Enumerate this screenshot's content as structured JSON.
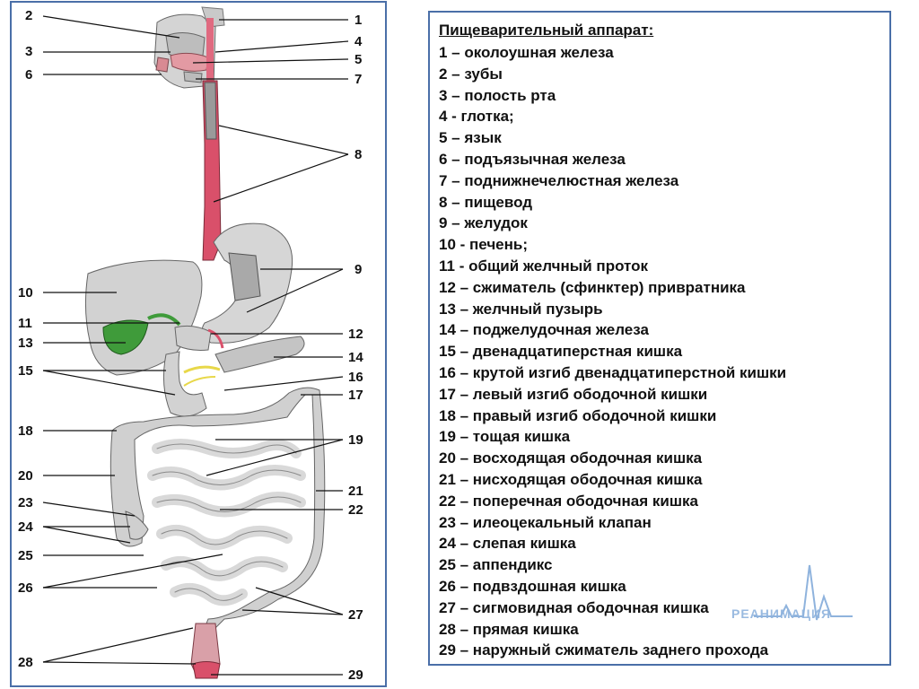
{
  "legend": {
    "title": "Пищеварительный аппарат:",
    "items": [
      "1 – околоушная железа",
      "2 – зубы",
      "3 – полость рта",
      "4 - глотка;",
      "5 – язык",
      "6 – подъязычная железа",
      "7 – поднижнечелюстная железа",
      "8 – пищевод",
      "9 – желудок",
      "10 - печень;",
      "11 - общий желчный проток",
      "12 – сжиматель (сфинктер) привратника",
      "13 – желчный пузырь",
      "14 – поджелудочная железа",
      "15 – двенадцатиперстная кишка",
      "16 – крутой изгиб двенадцатиперстной кишки",
      "17 – левый изгиб ободочной кишки",
      "18 – правый изгиб ободочной кишки",
      "19 – тощая кишка",
      "20 – восходящая ободочная кишка",
      "21 – нисходящая ободочная кишка",
      "22 – поперечная ободочная кишка",
      "23 – илеоцекальный клапан",
      "24 – слепая кишка",
      "25 – аппендикс",
      "26 – подвздошная кишка",
      "27 – сигмовидная ободочная кишка",
      "28 – прямая кишка",
      "29 – наружный сжиматель заднего прохода"
    ]
  },
  "labels": {
    "l1": "1",
    "l2": "2",
    "l3": "3",
    "l4": "4",
    "l5": "5",
    "l6": "6",
    "l7": "7",
    "l8": "8",
    "l9": "9",
    "l10": "10",
    "l11": "11",
    "l12": "12",
    "l13": "13",
    "l14": "14",
    "l15": "15",
    "l16": "16",
    "l17": "17",
    "l18": "18",
    "l19": "19",
    "l20": "20",
    "l21": "21",
    "l22": "22",
    "l23": "23",
    "l24": "24",
    "l25": "25",
    "l26": "26",
    "l27": "27",
    "l28": "28",
    "l29": "29"
  },
  "watermark": "РЕАНИМАЦИЯ",
  "colors": {
    "frame": "#4a6fa8",
    "esophagus": "#d9506a",
    "organ_gray": "#d8d8d8",
    "gallbladder": "#3f9b3a",
    "duct_yellow": "#e8d84a"
  }
}
